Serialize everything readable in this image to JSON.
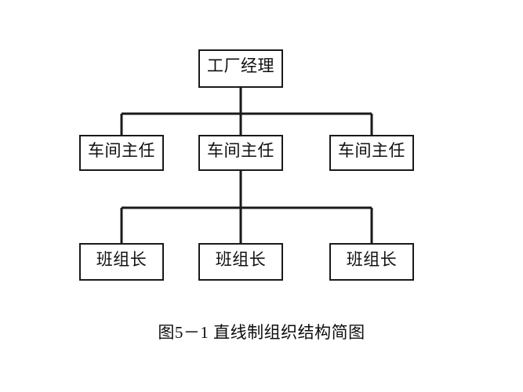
{
  "diagram": {
    "type": "org-chart",
    "caption": "图5－1 直线制组织结构简图",
    "background_color": "#ffffff",
    "line_color": "#1a1a1a",
    "text_color": "#101010",
    "levels": [
      {
        "level": 1,
        "nodes": [
          {
            "id": "factory-manager",
            "label": "工厂经理"
          }
        ]
      },
      {
        "level": 2,
        "nodes": [
          {
            "id": "workshop-director-1",
            "label": "车间主任"
          },
          {
            "id": "workshop-director-2",
            "label": "车间主任"
          },
          {
            "id": "workshop-director-3",
            "label": "车间主任"
          }
        ]
      },
      {
        "level": 3,
        "nodes": [
          {
            "id": "team-leader-1",
            "label": "班组长"
          },
          {
            "id": "team-leader-2",
            "label": "班组长"
          },
          {
            "id": "team-leader-3",
            "label": "班组长"
          }
        ]
      }
    ]
  }
}
